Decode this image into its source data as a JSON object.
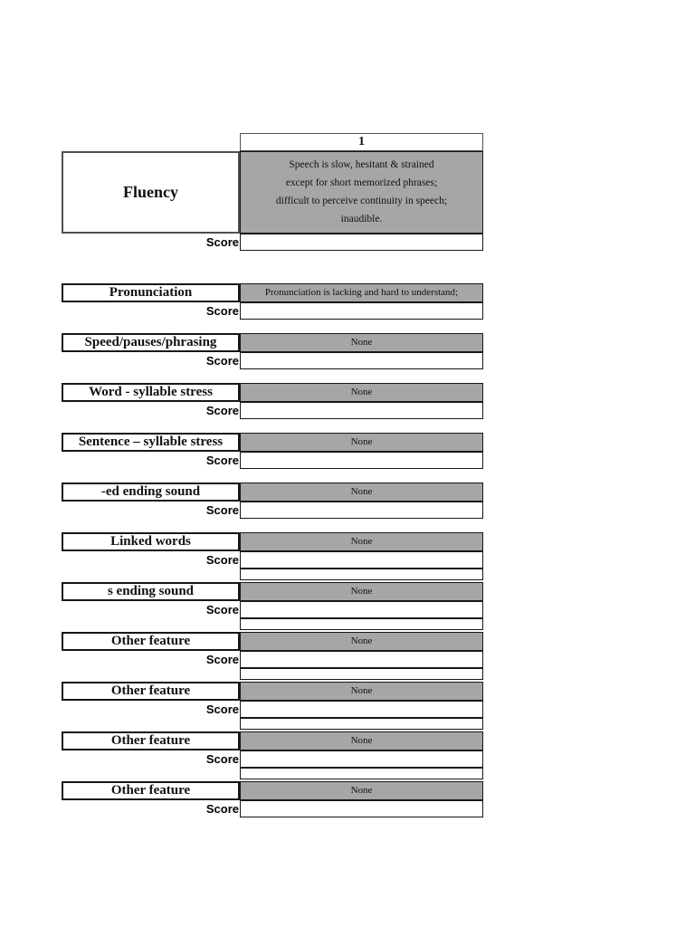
{
  "colors": {
    "gray_fill": "#a6a6a6",
    "border": "#161616",
    "heavy_border": "#4f4f4f"
  },
  "labels": {
    "score": "Score"
  },
  "fluency": {
    "column_header": "1",
    "label": "Fluency",
    "description_lines": [
      "Speech is slow, hesitant & strained",
      "except for short memorized phrases;",
      "difficult to perceive continuity in speech;",
      "inaudible."
    ],
    "score_value": ""
  },
  "criteria": [
    {
      "label": "Pronunciation",
      "description": "Pronunciation is lacking and hard to understand;",
      "score_value": ""
    },
    {
      "label": "Speed/pauses/phrasing",
      "description": "None",
      "score_value": ""
    },
    {
      "label": "Word - syllable stress",
      "description": "None",
      "score_value": ""
    },
    {
      "label": "Sentence – syllable stress",
      "description": "None",
      "score_value": ""
    },
    {
      "label": "-ed ending sound",
      "description": "None",
      "score_value": ""
    },
    {
      "label": "Linked words",
      "description": "None",
      "score_value": ""
    },
    {
      "label": "s ending sound",
      "description": "None",
      "score_value": ""
    },
    {
      "label": "Other feature",
      "description": "None",
      "score_value": ""
    },
    {
      "label": "Other feature",
      "description": "None",
      "score_value": ""
    },
    {
      "label": "Other feature",
      "description": "None",
      "score_value": ""
    },
    {
      "label": "Other feature",
      "description": "None",
      "score_value": ""
    }
  ]
}
